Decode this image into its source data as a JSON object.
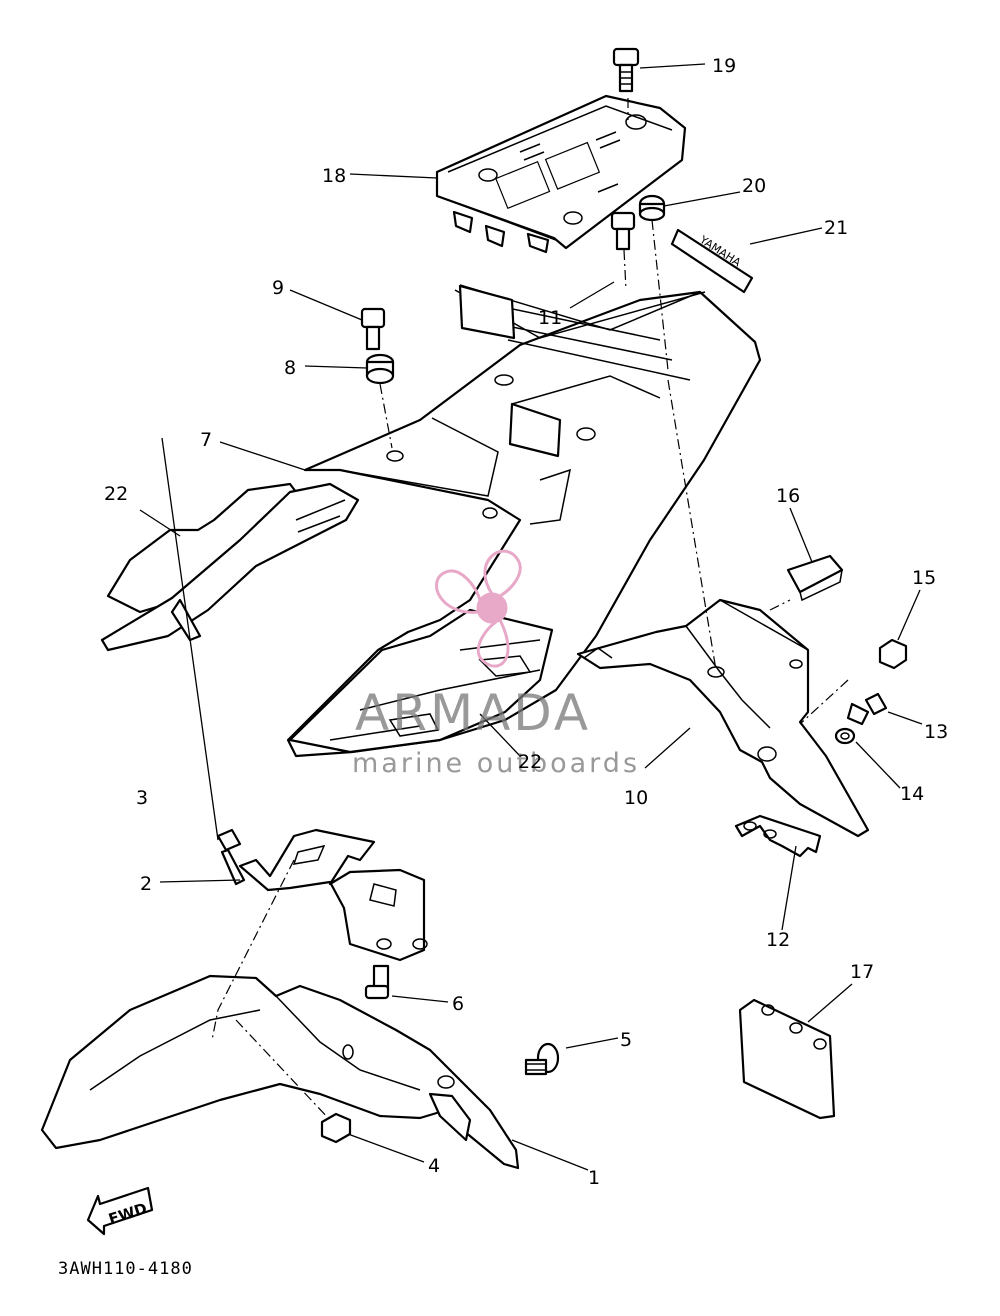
{
  "callouts": [
    "1",
    "2",
    "3",
    "4",
    "5",
    "6",
    "7",
    "8",
    "9",
    "10",
    "11",
    "12",
    "13",
    "14",
    "15",
    "16",
    "17",
    "18",
    "19",
    "20",
    "21",
    "22",
    "22"
  ],
  "diagram_code": "3AWH110-4180",
  "fwd_label": "FWD",
  "watermark": {
    "brand": "ARMADA",
    "tagline": "marine outboards",
    "color": "#e8a8c8"
  },
  "decal_text": "YAMAHA"
}
